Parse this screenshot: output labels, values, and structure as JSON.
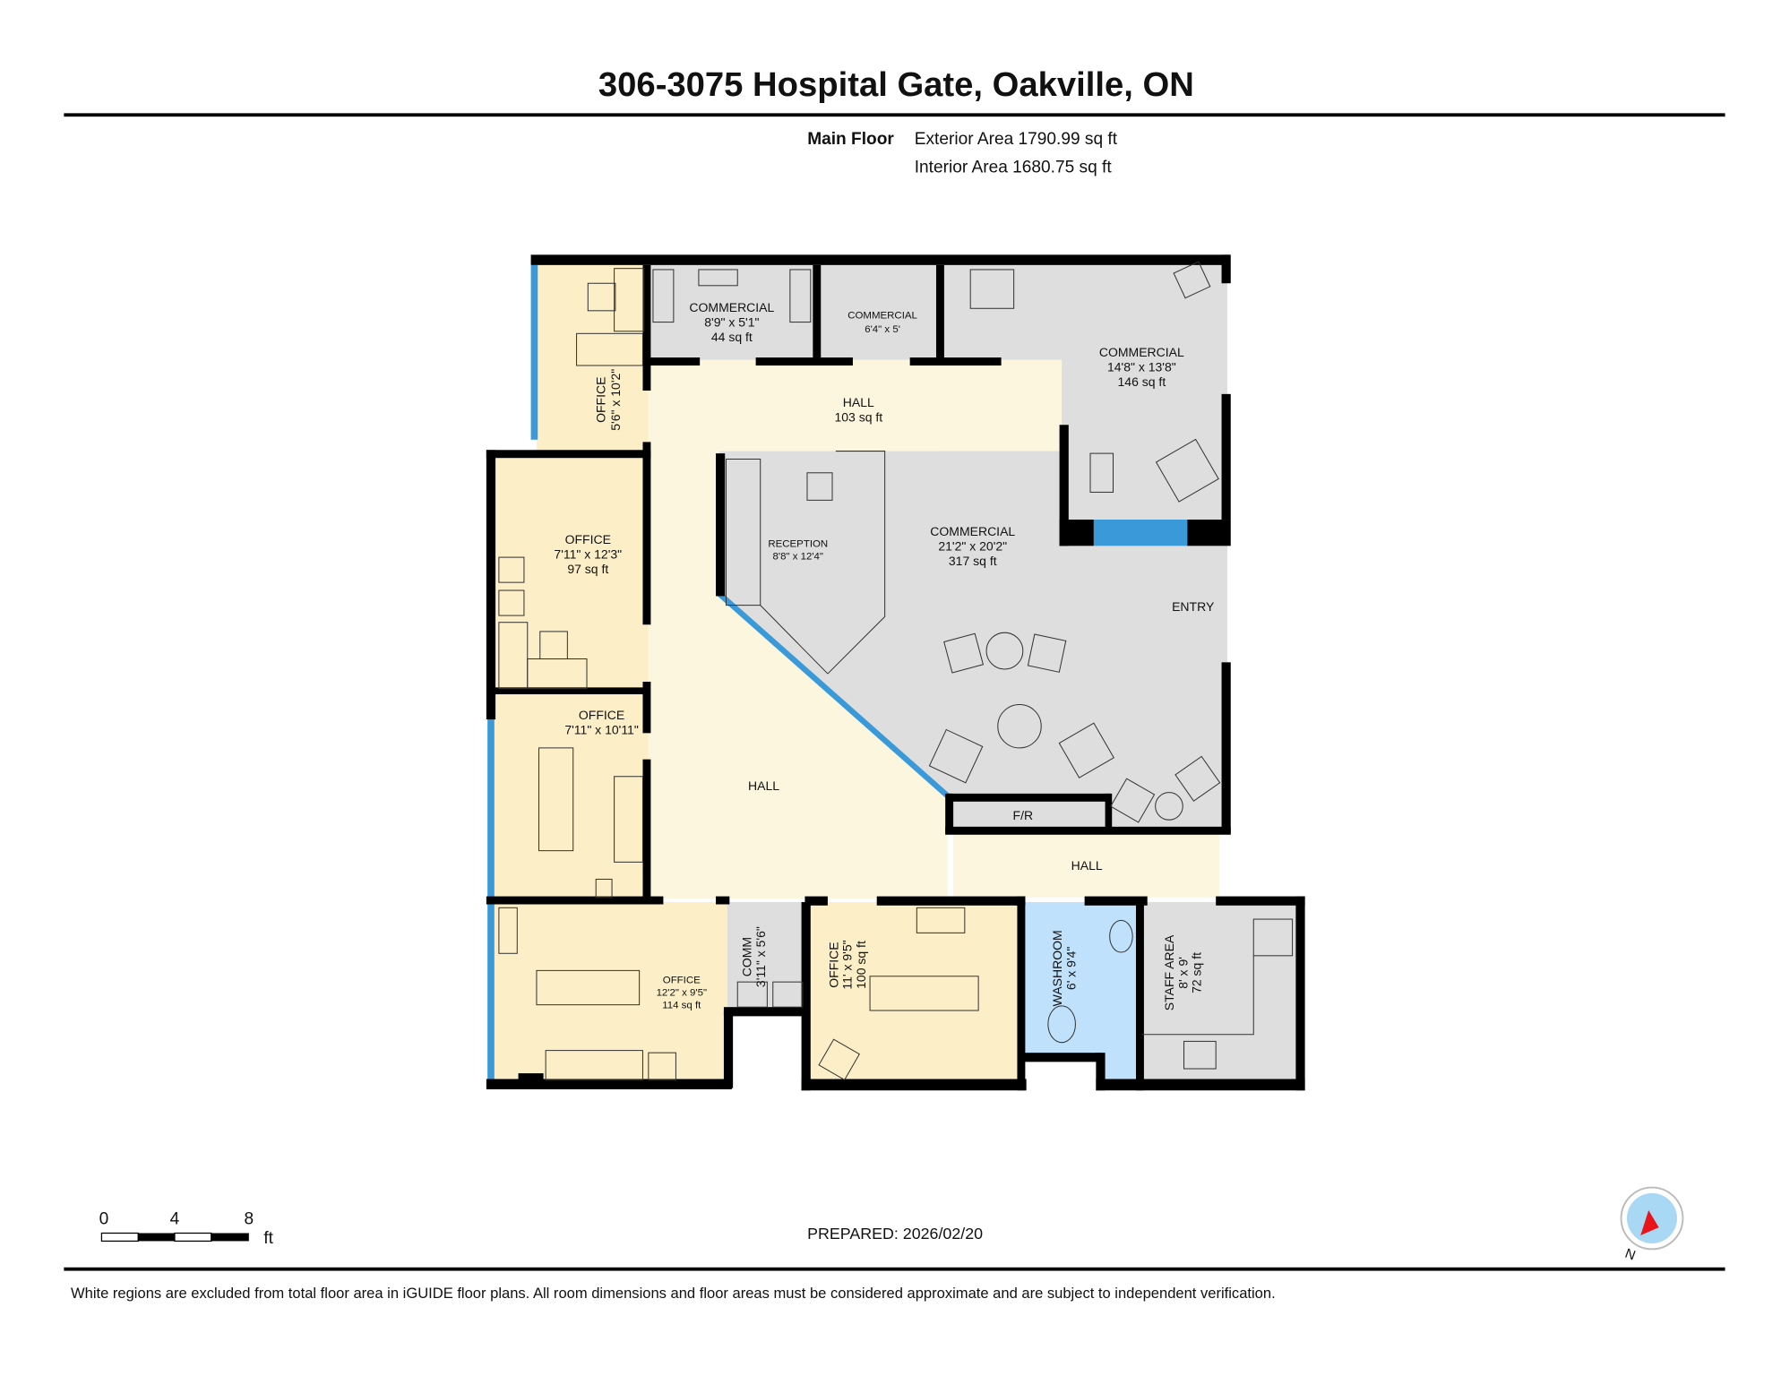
{
  "header": {
    "title": "306-3075 Hospital Gate, Oakville, ON",
    "floor_label": "Main Floor",
    "exterior_area": "Exterior Area 1790.99 sq ft",
    "interior_area": "Interior Area 1680.75 sq ft"
  },
  "colors": {
    "office": "#fcefc7",
    "commercial": "#dedede",
    "hall": "#fdf6df",
    "washroom": "#bfe1fb",
    "window": "#3a9ad9",
    "wall": "#000000"
  },
  "rooms": {
    "office_tl": {
      "name": "OFFICE",
      "dims": "5'6\" x 10'2\""
    },
    "comm1": {
      "name": "COMMERCIAL",
      "dims": "8'9\" x 5'1\"",
      "area": "44 sq ft"
    },
    "comm2": {
      "name": "COMMERCIAL",
      "dims": "6'4\" x 5'"
    },
    "comm3": {
      "name": "COMMERCIAL",
      "dims": "14'8\" x 13'8\"",
      "area": "146 sq ft"
    },
    "hall_top": {
      "name": "HALL",
      "area": "103 sq ft"
    },
    "office_l2": {
      "name": "OFFICE",
      "dims": "7'11\" x 12'3\"",
      "area": "97 sq ft"
    },
    "reception": {
      "name": "RECEPTION",
      "dims": "8'8\" x 12'4\""
    },
    "comm_main": {
      "name": "COMMERCIAL",
      "dims": "21'2\" x 20'2\"",
      "area": "317 sq ft"
    },
    "entry": {
      "name": "ENTRY"
    },
    "office_l3": {
      "name": "OFFICE",
      "dims": "7'11\" x 10'11\""
    },
    "hall_left": {
      "name": "HALL"
    },
    "fr": {
      "name": "F/R"
    },
    "hall_bottom": {
      "name": "HALL"
    },
    "office_bl": {
      "name": "OFFICE",
      "dims": "12'2\" x 9'5\"",
      "area": "114 sq ft"
    },
    "comm_small": {
      "name": "COMM",
      "dims": "3'11\" x 5'6\""
    },
    "office_bm": {
      "name": "OFFICE",
      "dims": "11' x 9'5\"",
      "area": "100 sq ft"
    },
    "washroom": {
      "name": "WASHROOM",
      "dims": "6' x 9'4\""
    },
    "staff": {
      "name": "STAFF AREA",
      "dims": "8' x 9'",
      "area": "72 sq ft"
    }
  },
  "scale_bar": {
    "ticks": [
      "0",
      "4",
      "8"
    ],
    "unit": "ft"
  },
  "prepared": "PREPARED: 2026/02/20",
  "compass": {
    "label": "N",
    "icon": "compass-icon"
  },
  "footer": {
    "disclaimer": "White regions are excluded from total floor area in iGUIDE floor plans. All room dimensions and floor areas must be considered approximate and are subject to independent verification."
  }
}
